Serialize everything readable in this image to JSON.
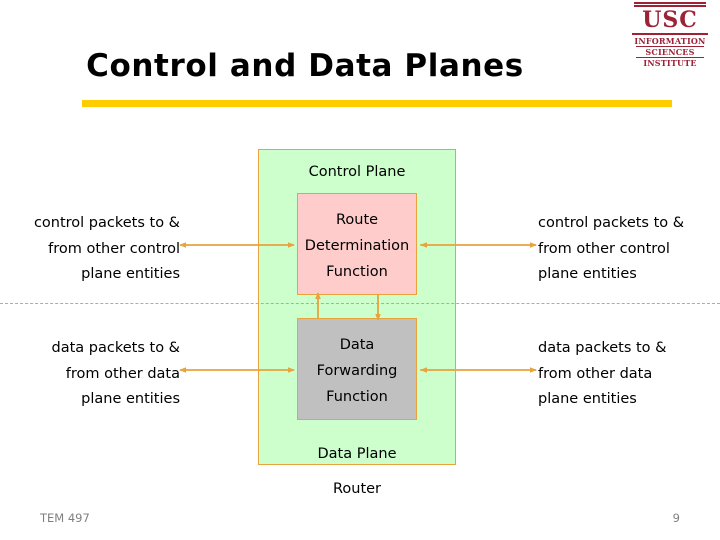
{
  "slide": {
    "title": "Control and Data Planes",
    "accent_bar_color": "#ffcc00"
  },
  "logo": {
    "name": "usc-isi-logo",
    "primary": "USC",
    "line1": "INFORMATION",
    "line2": "SCIENCES",
    "line3": "INSTITUTE",
    "color": "#9d2235"
  },
  "diagram": {
    "router_label": "Router",
    "outer_box": {
      "fill": "#ccffcc",
      "border": "#e8a33d"
    },
    "planes": [
      {
        "id": "control",
        "label": "Control Plane",
        "function_box": {
          "text": "Route Determination Function",
          "line1": "Route",
          "line2": "Determination",
          "line3": "Function",
          "fill": "#ffcccc",
          "border": "#e8a33d"
        },
        "left_caption": {
          "line1": "control packets to &",
          "line2": "from other control",
          "line3": "plane entities"
        },
        "right_caption": {
          "line1": "control packets to &",
          "line2": "from other control",
          "line3": "plane entities"
        }
      },
      {
        "id": "data",
        "label": "Data Plane",
        "function_box": {
          "text": "Data Forwarding Function",
          "line1": "Data",
          "line2": "Forwarding",
          "line3": "Function",
          "fill": "#c0c0c0",
          "border": "#e8a33d"
        },
        "left_caption": {
          "line1": "data packets to &",
          "line2": "from other data",
          "line3": "plane entities"
        },
        "right_caption": {
          "line1": "data packets to &",
          "line2": "from other data",
          "line3": "plane entities"
        }
      }
    ],
    "divider": {
      "style": "dashed",
      "color": "#e8a33d"
    },
    "arrow_color": "#e8a33d"
  },
  "footer": {
    "course": "TEM 497",
    "page_number": "9"
  }
}
